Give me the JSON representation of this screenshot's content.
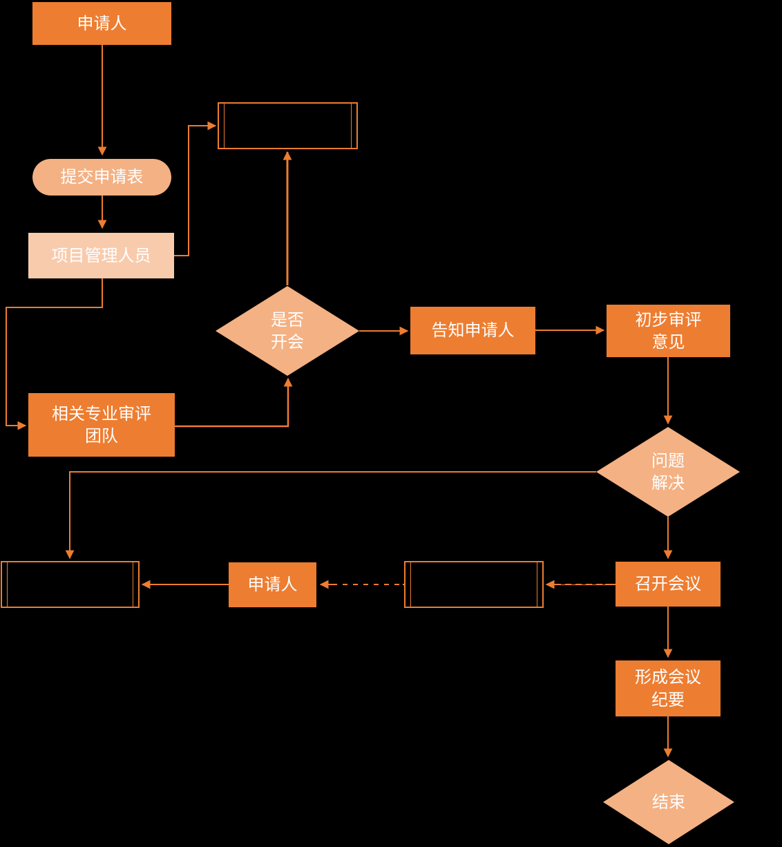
{
  "diagram": {
    "title": "review-process-flowchart",
    "background": "#000000",
    "colors": {
      "process_fill": "#ED7D31",
      "decision_fill": "#F4B183",
      "pale_fill": "#F8CBAD",
      "line": "#ED7D31",
      "text": "#FFFFFF"
    },
    "nodes": {
      "applicant_top": {
        "type": "process",
        "label": "申请人"
      },
      "submit_form": {
        "type": "terminator",
        "label": "提交申请表"
      },
      "project_managers": {
        "type": "process",
        "label": "项目管理人员"
      },
      "predefined_top": {
        "type": "predefined-process",
        "label": ""
      },
      "decision_meeting": {
        "type": "decision",
        "label": "是否\n开会"
      },
      "notify_applicant": {
        "type": "process",
        "label": "告知申请人"
      },
      "preliminary_opinion": {
        "type": "process",
        "label": "初步审评\n意见"
      },
      "review_team": {
        "type": "process",
        "label": "相关专业审评\n团队"
      },
      "problem_solved": {
        "type": "decision",
        "label": "问题\n解决"
      },
      "hold_meeting": {
        "type": "process",
        "label": "召开会议"
      },
      "predefined_middle": {
        "type": "predefined-process",
        "label": ""
      },
      "applicant_bottom": {
        "type": "process",
        "label": "申请人"
      },
      "predefined_left": {
        "type": "predefined-process",
        "label": ""
      },
      "meeting_minutes": {
        "type": "process",
        "label": "形成会议\n纪要"
      },
      "end": {
        "type": "decision",
        "label": "结束"
      }
    }
  }
}
